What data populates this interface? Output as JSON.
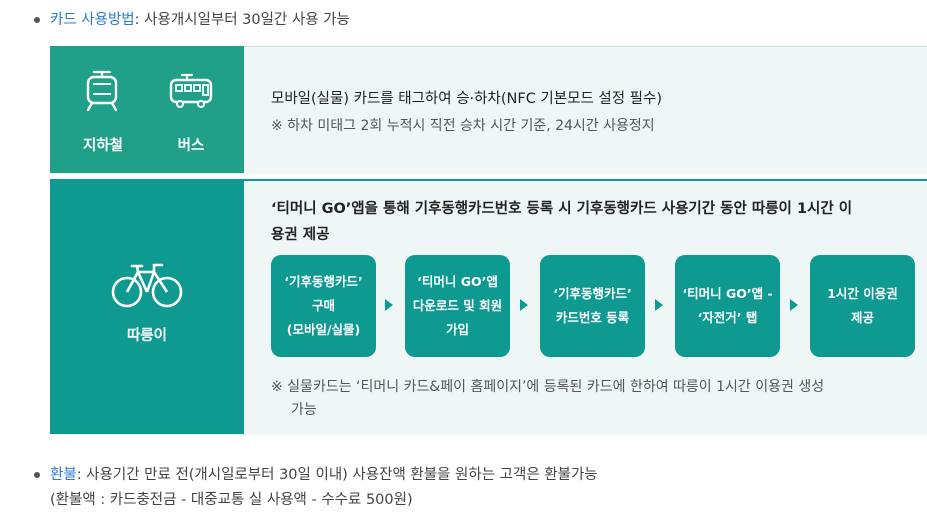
{
  "usage": {
    "keyword": "카드 사용방법",
    "text": ": 사용개시일부터 30일간 사용 가능"
  },
  "transit": {
    "subway_label": "지하철",
    "bus_label": "버스",
    "title": "모바일(실물) 카드를 태그하여 승·하차(NFC 기본모드 설정 필수)",
    "note": "※ 하차 미태그 2회 누적시 직전 승차 시간 기준, 24시간 사용정지"
  },
  "bike": {
    "label": "따릉이",
    "title_line1": "‘티머니 GO’앱을 통해 기후동행카드번호 등록 시 기후동행카드 사용기간 동안 따릉이 1시간 이",
    "title_line2": "용권 제공",
    "steps": [
      {
        "lines": [
          "‘기후동행카드’",
          "구매",
          "(모바일/실물)"
        ]
      },
      {
        "lines": [
          "‘티머니 GO’앱",
          "다운로드 및 회원",
          "가입"
        ]
      },
      {
        "lines": [
          "‘기후동행카드’",
          "카드번호 등록"
        ]
      },
      {
        "lines": [
          "‘티머니 GO’앱 -",
          "‘자전거’ 탭"
        ]
      },
      {
        "lines": [
          "1시간 이용권",
          "제공"
        ]
      }
    ],
    "note_line1": "※ 실물카드는 ‘티머니 카드&페이 홈페이지’에 등록된 카드에 한하여 따릉이 1시간 이용권 생성",
    "note_line2": "가능"
  },
  "refund": {
    "keyword": "환불",
    "text": ": 사용기간 만료 전(개시일로부터 30일 이내) 사용잔액 환불을 원하는 고객은 환불가능",
    "formula": "(환불액 : 카드충전금 - 대중교통 실 사용액 - 수수료 500원)"
  },
  "colors": {
    "accent_blue": "#2a7bd0",
    "transit_green": "#21a089",
    "bike_teal": "#0f9a91",
    "panel_bg": "#eef7f6"
  }
}
